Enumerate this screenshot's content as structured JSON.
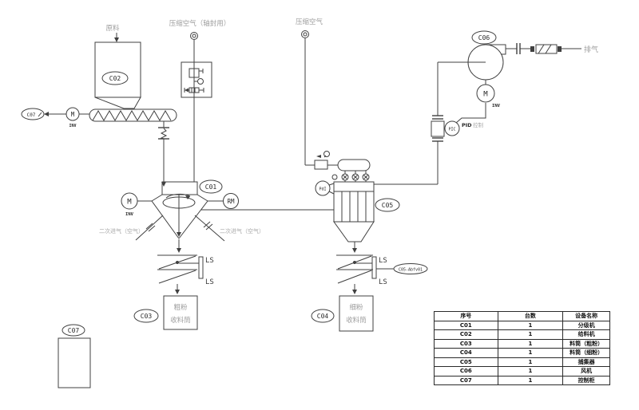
{
  "labels": {
    "raw_material": "原料",
    "seal_air": "压缩空气（轴封用）",
    "pulse_air": "压缩空气",
    "exhaust": "排气",
    "secondary_air_left": "二次进气（空气）",
    "secondary_air_right": "二次进气（空气）",
    "pid_prefix": "PID",
    "pid_suffix": "控制"
  },
  "tags": {
    "c01": "C01",
    "c02": "C02",
    "c03": "C03",
    "c04": "C04",
    "c05": "C05",
    "c06": "C06",
    "c07": "C07",
    "c07_link": "C07",
    "abfv01": "C05-Abfv01"
  },
  "instruments": {
    "m": "M",
    "inv": "INV",
    "rm": "RM",
    "ls": "LS",
    "pic": "PIC",
    "pdi": "PdI"
  },
  "bins": {
    "coarse_line1": "粗粉",
    "coarse_line2": "收料筒",
    "fine_line1": "细粉",
    "fine_line2": "收料筒"
  },
  "equipment_table": {
    "headers": [
      "序号",
      "台数",
      "设备名称"
    ],
    "rows": [
      {
        "id": "C01",
        "qty": "1",
        "name": "分级机"
      },
      {
        "id": "C02",
        "qty": "1",
        "name": "给料机"
      },
      {
        "id": "C03",
        "qty": "1",
        "name": "料筒（粗粉）"
      },
      {
        "id": "C04",
        "qty": "1",
        "name": "料筒（细粉）"
      },
      {
        "id": "C05",
        "qty": "1",
        "name": "捕集器"
      },
      {
        "id": "C06",
        "qty": "1",
        "name": "风机"
      },
      {
        "id": "C07",
        "qty": "1",
        "name": "控制柜"
      }
    ]
  }
}
